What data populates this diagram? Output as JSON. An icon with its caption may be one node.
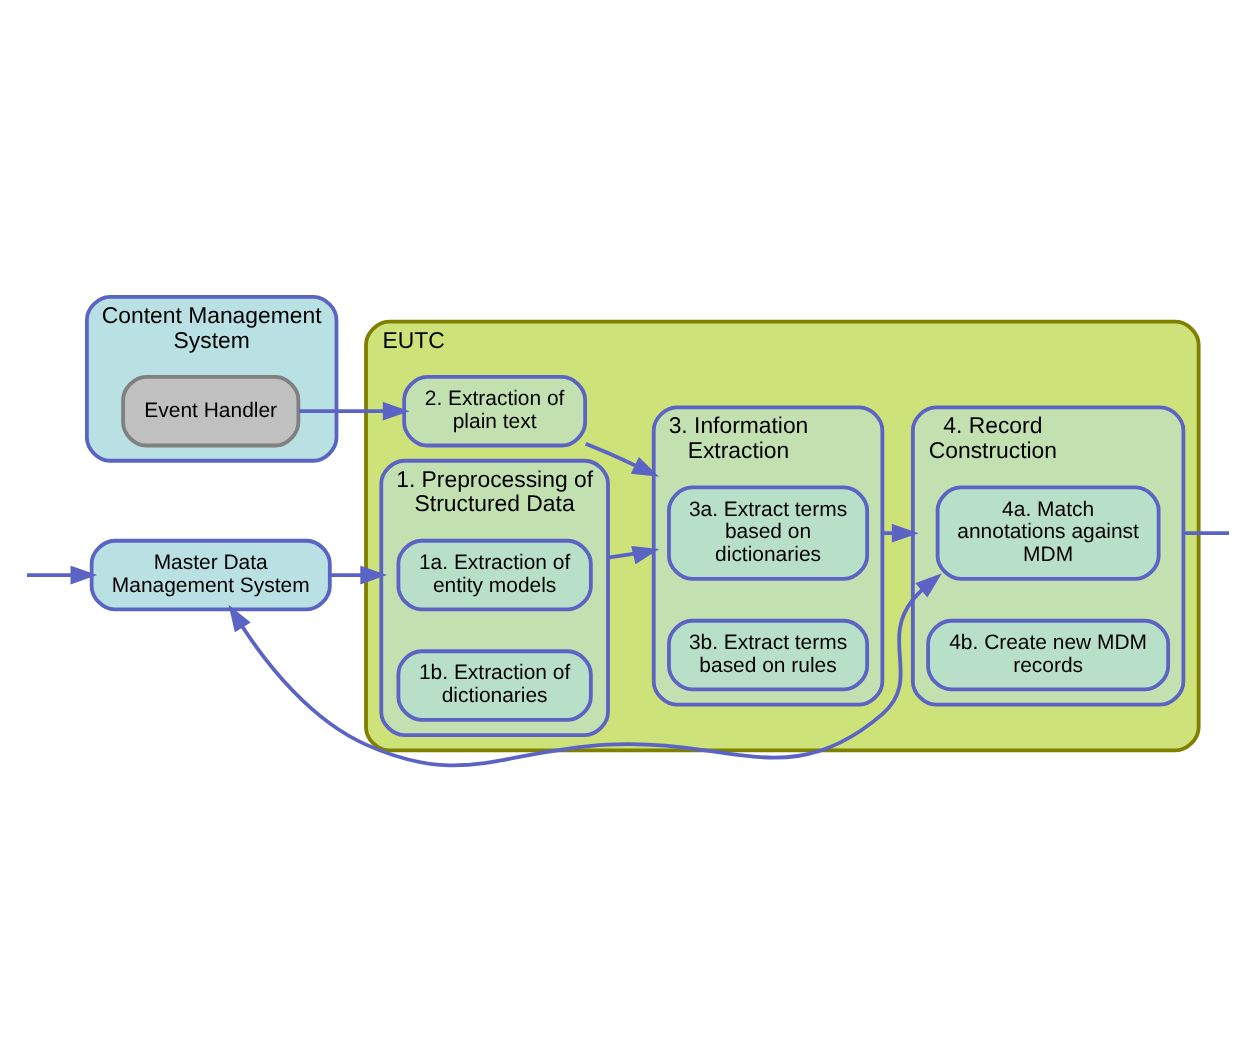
{
  "diagram": {
    "nodes": [
      {
        "text": [
          "Master Data Management System"
        ]
      },
      {
        "text": [
          "EUTC"
        ]
      },
      {
        "text": [
          "1. Preprocessing of Structured Data"
        ],
        "in": 1
      },
      {
        "text": [
          "1a. Extraction of entity models"
        ],
        "in": 2
      },
      {
        "text": [
          "1b. Extraction of dictionaries"
        ],
        "in": 2
      },
      {
        "text": [
          "Content Management System"
        ]
      },
      {
        "text": [
          "Event Handler"
        ],
        "in": 5
      },
      {
        "text": [
          "2. Extraction of plain text"
        ],
        "in": 1
      },
      {
        "text": [
          "3. Information Extraction"
        ],
        "in": 1
      },
      {
        "text": [
          "3a. Extract terms based on dictionaries"
        ],
        "in": 8
      },
      {
        "text": [
          "3b. Extract terms based on rules"
        ],
        "in": 8
      },
      {
        "text": [
          "4. Record Construction"
        ],
        "in": 1
      },
      {
        "text": [
          "4a. Match annotations against MDM"
        ],
        "in": 11
      },
      {
        "text": [
          "4b. Create new MDM records"
        ],
        "in": 11
      }
    ],
    "edges": [
      {
        "from": null,
        "to": 0,
        "arrow": "to"
      },
      {
        "from": 0,
        "to": 2,
        "arrow": "to"
      },
      {
        "from": 2,
        "to": 8,
        "arrow": "to"
      },
      {
        "from": 6,
        "to": 7,
        "arrow": "to"
      },
      {
        "from": 7,
        "to": 8,
        "arrow": "to"
      },
      {
        "from": 8,
        "to": 11,
        "arrow": "to"
      },
      {
        "from": 12,
        "to": 0,
        "arrow": "both"
      },
      {
        "from": 11,
        "to": null,
        "arrow": "none"
      }
    ]
  }
}
